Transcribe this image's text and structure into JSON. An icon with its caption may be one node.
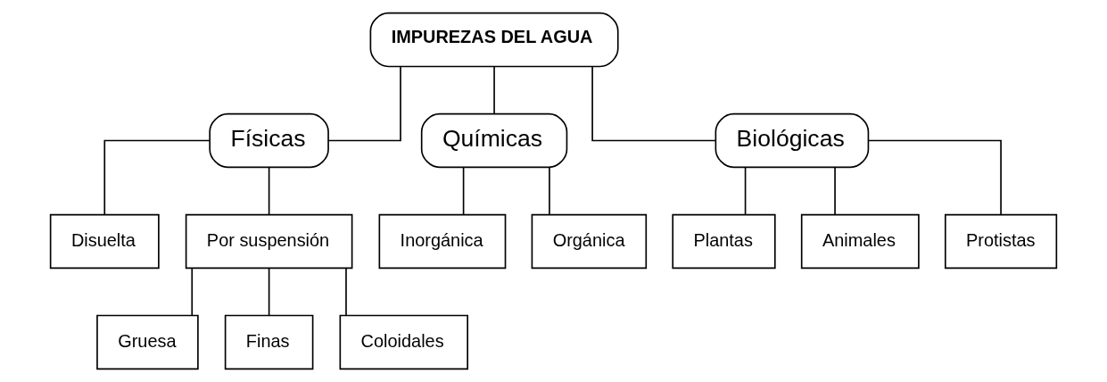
{
  "diagram": {
    "nodes": [
      {
        "text": [
          "IMPUREZAS DEL AGUA"
        ]
      },
      {
        "text": [
          "Físicas"
        ]
      },
      {
        "text": [
          "Químicas"
        ]
      },
      {
        "text": [
          "Biológicas"
        ]
      },
      {
        "text": [
          "Disuelta"
        ]
      },
      {
        "text": [
          "Por suspensión"
        ]
      },
      {
        "text": [
          "Inorgánica"
        ]
      },
      {
        "text": [
          "Orgánica"
        ]
      },
      {
        "text": [
          "Plantas"
        ]
      },
      {
        "text": [
          "Animales"
        ]
      },
      {
        "text": [
          "Protistas"
        ]
      },
      {
        "text": [
          "Gruesa"
        ]
      },
      {
        "text": [
          "Finas"
        ]
      },
      {
        "text": [
          "Coloidales"
        ]
      }
    ],
    "edges": [
      {
        "from": 0,
        "to": 1,
        "arrow": "none"
      },
      {
        "from": 0,
        "to": 2,
        "arrow": "none"
      },
      {
        "from": 0,
        "to": 3,
        "arrow": "none"
      },
      {
        "from": 1,
        "to": 4,
        "arrow": "none"
      },
      {
        "from": 1,
        "to": 5,
        "arrow": "none"
      },
      {
        "from": 2,
        "to": 6,
        "arrow": "none"
      },
      {
        "from": 2,
        "to": 7,
        "arrow": "none"
      },
      {
        "from": 3,
        "to": 8,
        "arrow": "none"
      },
      {
        "from": 3,
        "to": 9,
        "arrow": "none"
      },
      {
        "from": 3,
        "to": 10,
        "arrow": "none"
      },
      {
        "from": 5,
        "to": 11,
        "arrow": "none"
      },
      {
        "from": 5,
        "to": 12,
        "arrow": "none"
      },
      {
        "from": 5,
        "to": 13,
        "arrow": "none"
      }
    ]
  }
}
